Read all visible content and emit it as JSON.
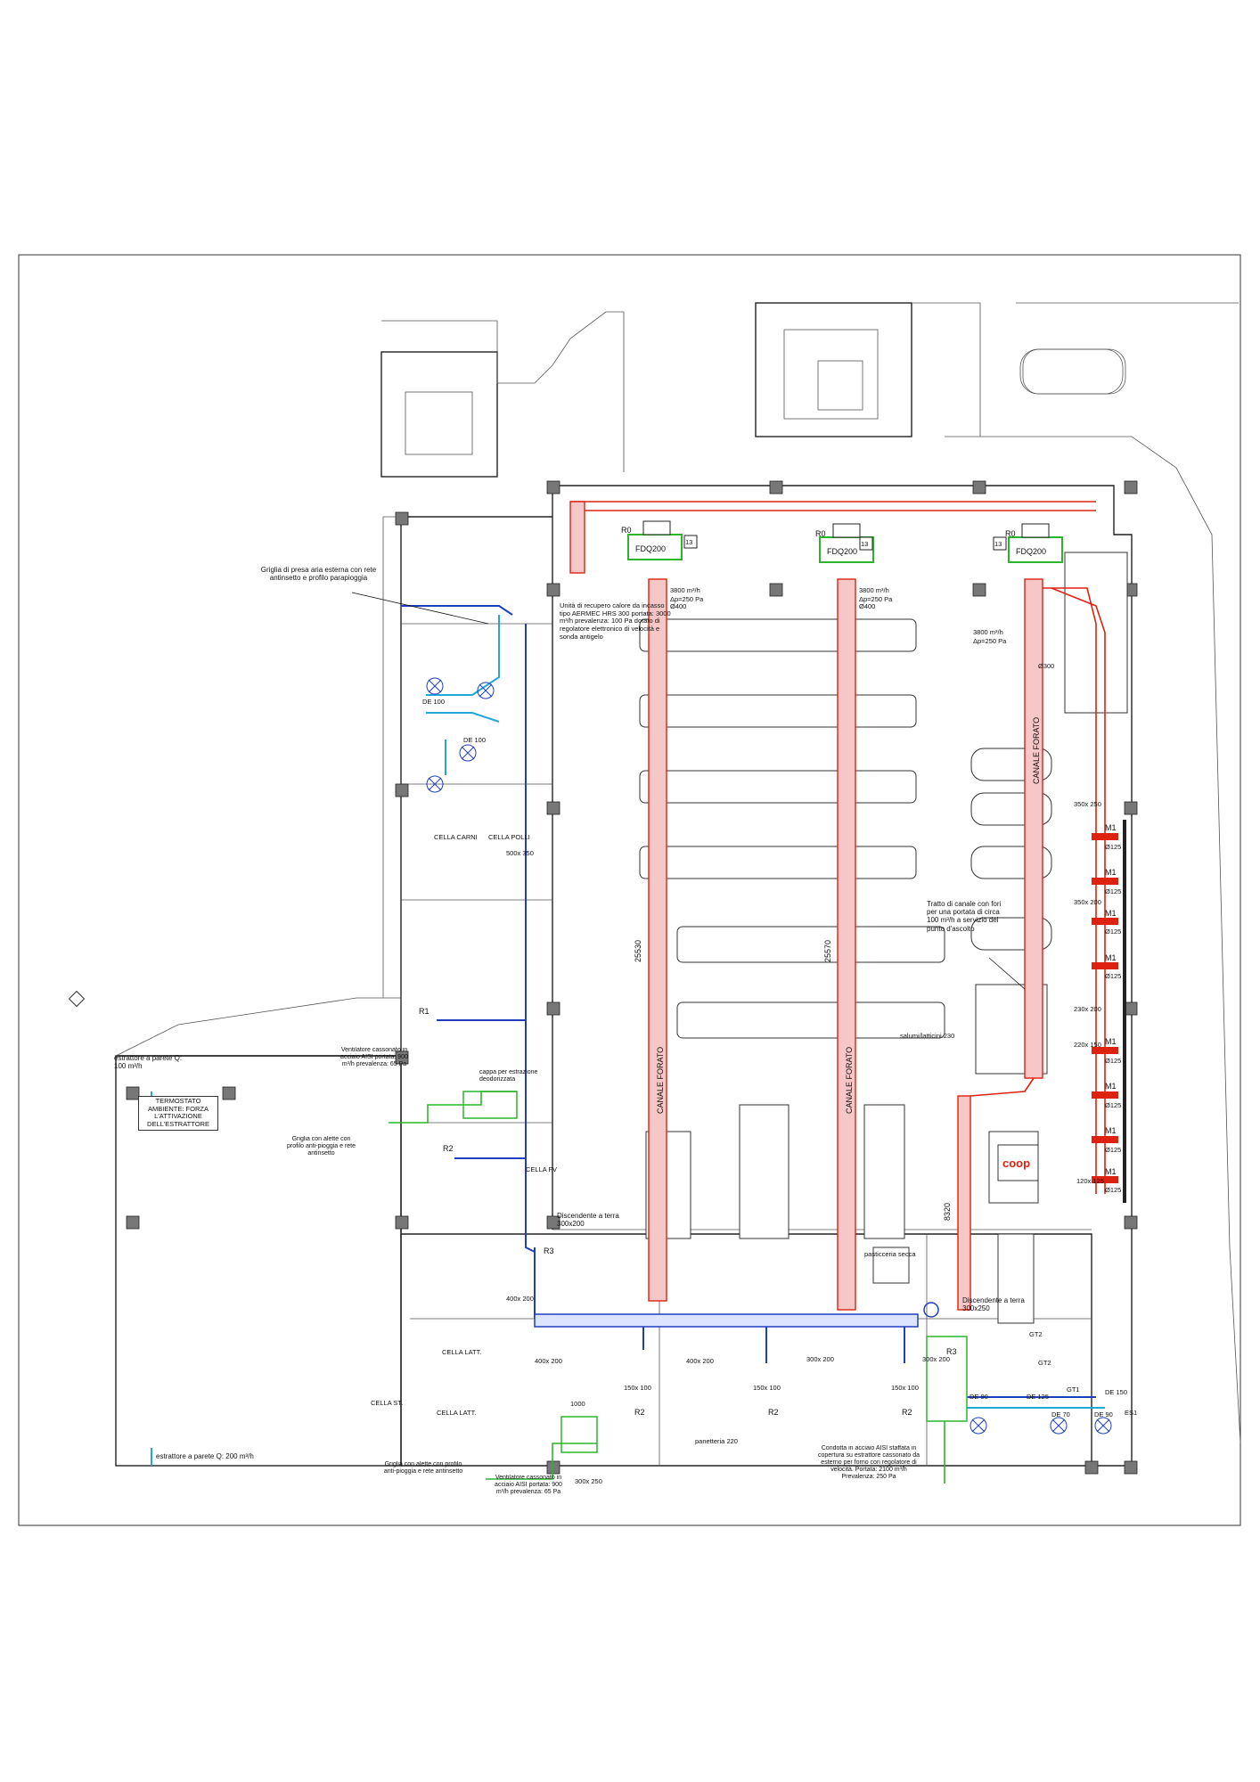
{
  "drawing": {
    "colors": {
      "supply_duct": "#d21111",
      "extract_duct": "#1f3fbf",
      "local_extract": "#20a8d8",
      "fresh_air": "#2cb52c",
      "walls": "#222222"
    },
    "machines": [
      {
        "id": "R0",
        "label": "FDQ200",
        "num": "13"
      },
      {
        "id": "R0",
        "label": "FDQ200",
        "num": "13"
      },
      {
        "id": "R0",
        "label": "FDQ200",
        "num": "13"
      }
    ],
    "ducts": {
      "canale1": "CANALE FORATO",
      "canale2": "CANALE FORATO",
      "canale3": "CANALE FORATO",
      "dim1": "25530",
      "dim2": "25570",
      "dim3": "8320",
      "d400": "Ø400",
      "d300": "Ø300",
      "flow1": "3800 m³/h",
      "dp1": "Δp=250 Pa",
      "flow3": "3800 m³/h",
      "dp3": "Δp=250 Pa"
    },
    "notes": {
      "griglia_presa": "Griglia di presa aria esterna con rete antinsetto e profilo parapioggia",
      "recupero": "Unità di recupero calore da incasso tipo AERMEC HRS 300 portata: 3000 m³/h prevalenza: 100 Pa dotato di regolatore elettronico di velocità e sonda antigelo",
      "tratto": "Tratto di canale con fori per una portata di circa 100 m³/h a servizio del punto d'ascolto",
      "estrattore_top": "estrattore a parete Q: 100 m³/h",
      "estrattore_bottom": "estrattore a parete Q: 200 m³/h",
      "termostato": "TERMOSTATO AMBIENTE: FORZA L'ATTIVAZIONE DELL'ESTRATTORE",
      "ventilatore1": "Ventilatore cassonato in acciaio AISI portata: 900 m³/h prevalenza: 65 Pa",
      "ventilatore2": "Ventilatore cassonato in acciaio AISI portata: 900 m³/h prevalenza: 65 Pa",
      "griglia_alette1": "Griglia con alette con profilo anti-pioggia e rete antinsetto",
      "griglia_alette2": "Griglia con alette con profilo anti-pioggia e rete antinsetto",
      "cappa": "cappa per estrazione deodorizzata",
      "condotta": "Condotta in acciaio AISI staffata in copertura su estrattore cassonato da esterno per forno con regolatore di velocità. Portata: 2100 m³/h Prevalenza: 250 Pa",
      "discendente1": "Discendente a terra 300x200",
      "discendente2": "Discendente a terra 300x250"
    },
    "tags": {
      "M1": "M1",
      "m125": "Ø125",
      "R1": "R1",
      "R2": "R2",
      "R3": "R3",
      "GT1": "GT1",
      "GT2": "GT2",
      "ES1": "ES1",
      "DE90": "DE 90",
      "DE125": "DE 125",
      "DE100": "DE 100",
      "DE70": "DE 70",
      "DE150": "DE 150"
    },
    "sizes": {
      "s350x250": "350x 250",
      "s350x200": "350x 200",
      "s230x200": "230x 200",
      "s220x150": "220x 150",
      "s120x125": "120x 125",
      "s500x350": "500x 350",
      "s400x200": "400x 200",
      "s300x200": "300x 200",
      "s150x100": "150x 100",
      "s300x250": "300x 250",
      "s1000": "1000"
    },
    "rooms": {
      "cella_carni": "CELLA CARNI",
      "cella_polli": "CELLA POLLI",
      "cella_latt": "CELLA LATT.",
      "cella_st": "CELLA ST.",
      "cella_fv": "CELLA FV",
      "pasticceria": "pasticceria secca",
      "salumi": "salumi/latticini 230",
      "panetteria": "panetteria 220"
    },
    "brand": "coop"
  }
}
